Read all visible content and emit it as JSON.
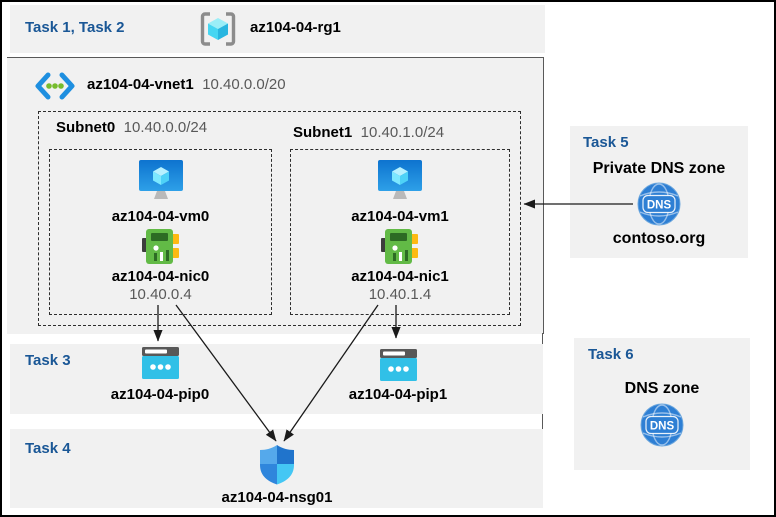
{
  "colors": {
    "task_heading": "#1A5796",
    "panel_fill": "#F1F1F1",
    "muted_text": "#595959",
    "vm_blue": "#1285DD",
    "nic_green": "#62BA46",
    "pip_cyan": "#31C0E7",
    "dns_blue": "#2E7FD4",
    "arrow": "#1A1A1A"
  },
  "header": {
    "tasks_label": "Task 1, Task 2",
    "resource_group": "az104-04-rg1"
  },
  "vnet": {
    "name": "az104-04-vnet1",
    "cidr": "10.40.0.0/20",
    "subnets": [
      {
        "name": "Subnet0",
        "cidr": "10.40.0.0/24",
        "vm": "az104-04-vm0",
        "nic": "az104-04-nic0",
        "ip": "10.40.0.4"
      },
      {
        "name": "Subnet1",
        "cidr": "10.40.1.0/24",
        "vm": "az104-04-vm1",
        "nic": "az104-04-nic1",
        "ip": "10.40.1.4"
      }
    ]
  },
  "task3": {
    "label": "Task 3",
    "pip0": "az104-04-pip0",
    "pip1": "az104-04-pip1"
  },
  "task4": {
    "label": "Task 4",
    "nsg": "az104-04-nsg01"
  },
  "task5": {
    "label": "Task 5",
    "title": "Private DNS zone",
    "zone": "contoso.org",
    "icon_text": "DNS"
  },
  "task6": {
    "label": "Task 6",
    "title": "DNS zone",
    "icon_text": "DNS"
  }
}
